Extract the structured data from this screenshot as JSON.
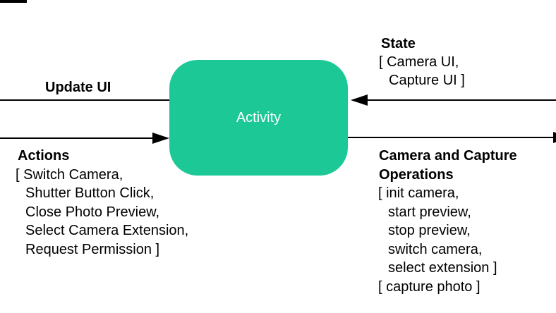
{
  "node": {
    "label": "Activity"
  },
  "colors": {
    "node_fill": "#1DC897",
    "node_text": "#FFFFFF",
    "arrow": "#000000",
    "text": "#000000"
  },
  "labels": {
    "update_ui": {
      "title": "Update UI"
    },
    "state": {
      "title": "State",
      "items": [
        "[ Camera UI,",
        "Capture UI ]"
      ]
    },
    "actions": {
      "title": "Actions",
      "items": [
        "[ Switch Camera,",
        "Shutter Button Click,",
        "Close Photo Preview,",
        "Select Camera Extension,",
        "Request Permission ]"
      ]
    },
    "camera_ops": {
      "title_line1": "Camera and Capture",
      "title_line2": "Operations",
      "items": [
        "[ init camera,",
        "start preview,",
        "stop preview,",
        "switch camera,",
        "select extension ]",
        "[ capture photo ]"
      ]
    }
  }
}
